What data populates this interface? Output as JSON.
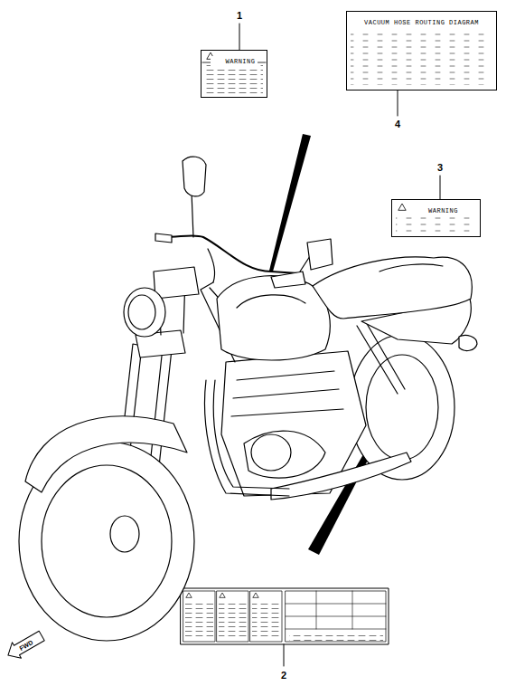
{
  "diagram": {
    "nodes": [
      {
        "text": [
          "WARNING"
        ]
      },
      {
        "text": [
          "VACUUM HOSE ROUTING DIAGRAM"
        ]
      },
      {
        "text": [
          "WARNING"
        ]
      }
    ],
    "labels": [
      "1",
      "4",
      "3",
      "2",
      "FWD"
    ]
  }
}
